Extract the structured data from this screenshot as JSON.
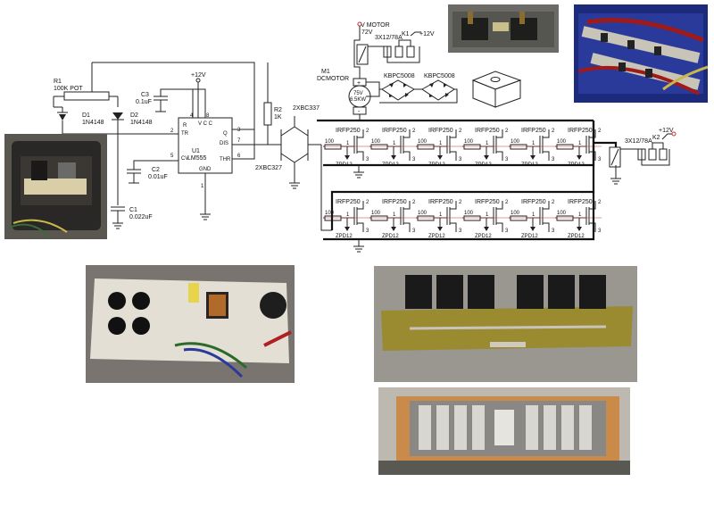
{
  "schematic": {
    "pot": {
      "ref": "R1",
      "value": "100K POT"
    },
    "d1": {
      "ref": "D1",
      "part": "1N4148"
    },
    "d2": {
      "ref": "D2",
      "part": "1N4148"
    },
    "c1": {
      "ref": "C1",
      "value": "0.022uF"
    },
    "c2": {
      "ref": "C2",
      "value": "0.01uF"
    },
    "c3": {
      "ref": "C3",
      "value": "0.1uF"
    },
    "r2": {
      "ref": "R2",
      "value": "1K"
    },
    "timer": {
      "ref": "U1",
      "part": "LM555",
      "pins": {
        "r": "R",
        "vcc": "V\nC\nC",
        "tr": "TR",
        "q": "Q",
        "dis": "DIS",
        "cv": "CV",
        "thr": "THR",
        "gnd": "GND"
      },
      "pin_numbers": {
        "p4": "4",
        "p8": "8",
        "p2": "2",
        "p3": "3",
        "p7": "7",
        "p5": "5",
        "p6": "6",
        "p1": "1"
      }
    },
    "supply": "+12V",
    "q_top": "2XBC337",
    "q_bot": "2XBC327",
    "motor": {
      "ref": "M1",
      "type": "DCMOTOR",
      "voltage": "75V",
      "power": "6.5KW",
      "plus": "+",
      "minus": "-"
    },
    "vmotor": {
      "label": "+V MOTOR",
      "voltage": "72V"
    },
    "relay_k1": {
      "part": "3X12/78A",
      "ref": "K1"
    },
    "relay_k2": {
      "part": "3X12/78A",
      "ref": "K2"
    },
    "bridge1": "KBPC5008",
    "bridge2": "KBPC5008",
    "supply_k1": "+12V",
    "supply_k2": "+12V",
    "mosfet": "IRFP250",
    "gate_resistor": "100",
    "zener": "ZPD12",
    "pin_labels": {
      "p1": "1",
      "p2": "2",
      "p3": "3"
    }
  },
  "colors": {
    "wire": "#222222",
    "bus": "#111111",
    "accent": "#cc3333",
    "photo_pcb_green": "#8f7f2a",
    "photo_board_white": "#e8e6df"
  },
  "icons": {
    "diode": "diode-symbol",
    "capacitor": "capacitor-symbol",
    "resistor": "resistor-symbol",
    "ground": "ground-icon",
    "mosfet": "mosfet-symbol",
    "zener": "zener-symbol",
    "relay": "relay-coil-symbol",
    "motor": "motor-symbol",
    "bridge": "bridge-rectifier-symbol"
  }
}
